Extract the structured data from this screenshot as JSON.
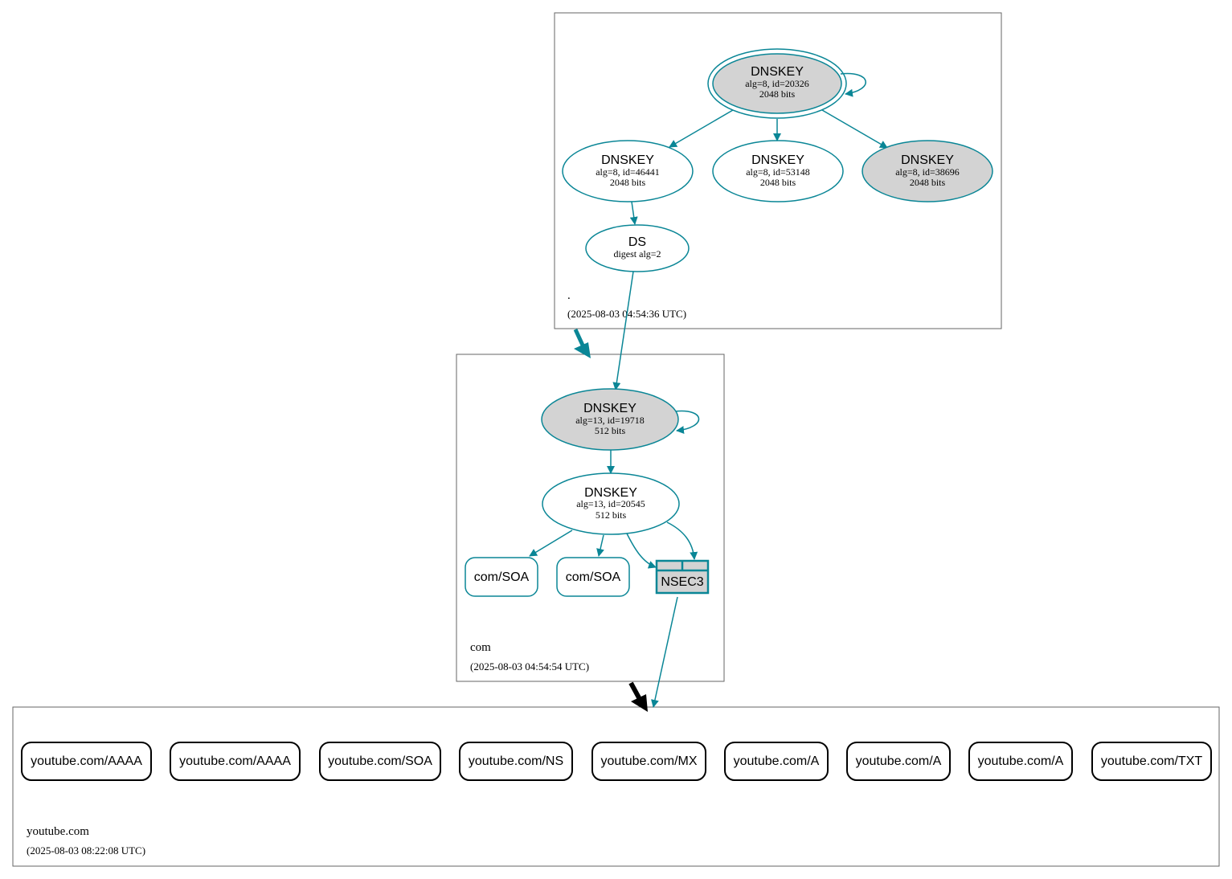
{
  "colors": {
    "teal": "#0a8696",
    "gray_fill": "#d3d3d3",
    "border": "#666666",
    "black": "#000000"
  },
  "zones": {
    "root": {
      "name": ".",
      "timestamp": "(2025-08-03 04:54:36 UTC)"
    },
    "com": {
      "name": "com",
      "timestamp": "(2025-08-03 04:54:54 UTC)"
    },
    "youtube": {
      "name": "youtube.com",
      "timestamp": "(2025-08-03 08:22:08 UTC)"
    }
  },
  "nodes": {
    "root_ksk": {
      "title": "DNSKEY",
      "line1": "alg=8, id=20326",
      "line2": "2048 bits",
      "filled": true
    },
    "root_zsk1": {
      "title": "DNSKEY",
      "line1": "alg=8, id=46441",
      "line2": "2048 bits",
      "filled": false
    },
    "root_zsk2": {
      "title": "DNSKEY",
      "line1": "alg=8, id=53148",
      "line2": "2048 bits",
      "filled": false
    },
    "root_ksk2": {
      "title": "DNSKEY",
      "line1": "alg=8, id=38696",
      "line2": "2048 bits",
      "filled": true
    },
    "root_ds": {
      "title": "DS",
      "line1": "digest alg=2"
    },
    "com_ksk": {
      "title": "DNSKEY",
      "line1": "alg=13, id=19718",
      "line2": "512 bits",
      "filled": true
    },
    "com_zsk": {
      "title": "DNSKEY",
      "line1": "alg=13, id=20545",
      "line2": "512 bits",
      "filled": false
    },
    "com_soa1": {
      "label": "com/SOA"
    },
    "com_soa2": {
      "label": "com/SOA"
    },
    "com_nsec3": {
      "label": "NSEC3"
    }
  },
  "youtube_records": [
    "youtube.com/AAAA",
    "youtube.com/AAAA",
    "youtube.com/SOA",
    "youtube.com/NS",
    "youtube.com/MX",
    "youtube.com/A",
    "youtube.com/A",
    "youtube.com/A",
    "youtube.com/TXT"
  ]
}
